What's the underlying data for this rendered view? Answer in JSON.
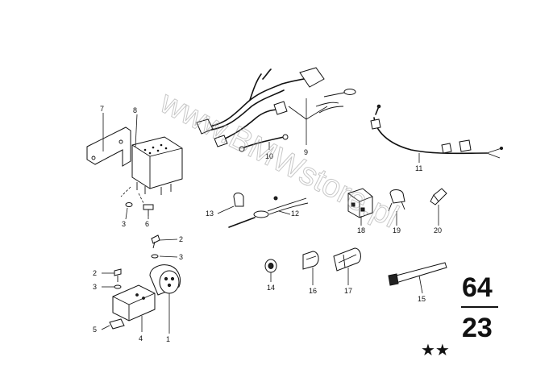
{
  "watermark": "www.BMWstore.pl",
  "group": {
    "main": "64",
    "sub": "23"
  },
  "rating": "★★",
  "parts": {
    "p1": "1",
    "p2a": "2",
    "p2b": "2",
    "p3a": "3",
    "p3b": "3",
    "p3c": "3",
    "p4": "4",
    "p5": "5",
    "p6": "6",
    "p7": "7",
    "p8": "8",
    "p9": "9",
    "p10": "10",
    "p11": "11",
    "p12": "12",
    "p13": "13",
    "p14": "14",
    "p15": "15",
    "p16": "16",
    "p17": "17",
    "p18": "18",
    "p19": "19",
    "p20": "20"
  }
}
